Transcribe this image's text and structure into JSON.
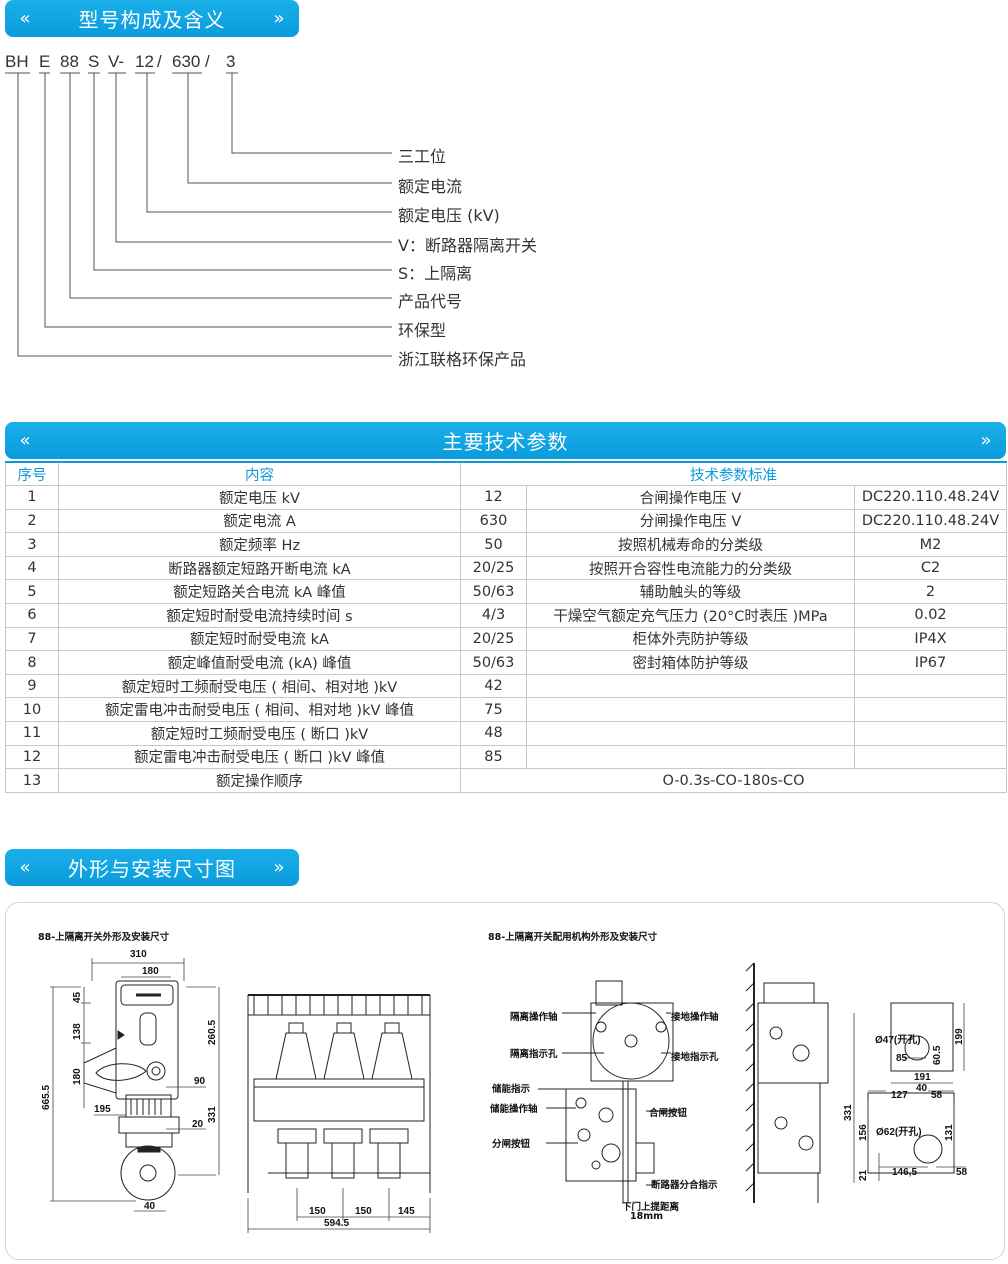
{
  "sections": {
    "model": {
      "title": "型号构成及含义",
      "chev_left": "«",
      "chev_right": "»"
    },
    "params": {
      "title": "主要技术参数",
      "chev_left": "«",
      "chev_right": "»"
    },
    "dims": {
      "title": "外形与安装尺寸图",
      "chev_left": "«",
      "chev_right": "»"
    }
  },
  "model_code": {
    "chars": [
      "BH",
      "E",
      "88",
      "S",
      "V-",
      "12",
      "/",
      "630",
      "/",
      "3"
    ],
    "labels": [
      "三工位",
      "额定电流",
      "额定电压 (kV)",
      "V：断路器隔离开关",
      "S：上隔离",
      "产品代号",
      "环保型",
      "浙江联格环保产品"
    ]
  },
  "table": {
    "headers": [
      "序号",
      "内容",
      "技术参数标准"
    ],
    "rows": [
      [
        "1",
        "额定电压 kV",
        "12",
        "合闸操作电压 V",
        "DC220.110.48.24V"
      ],
      [
        "2",
        "额定电流 A",
        "630",
        "分闸操作电压 V",
        "DC220.110.48.24V"
      ],
      [
        "3",
        "额定频率 Hz",
        "50",
        "按照机械寿命的分类级",
        "M2"
      ],
      [
        "4",
        "断路器额定短路开断电流 kA",
        "20/25",
        "按照开合容性电流能力的分类级",
        "C2"
      ],
      [
        "5",
        "额定短路关合电流 kA 峰值",
        "50/63",
        "辅助触头的等级",
        "2"
      ],
      [
        "6",
        "额定短时耐受电流持续时间 s",
        "4/3",
        "干燥空气额定充气压力 (20°C时表压 )MPa",
        "0.02"
      ],
      [
        "7",
        "额定短时耐受电流 kA",
        "20/25",
        "柜体外壳防护等级",
        "IP4X"
      ],
      [
        "8",
        "额定峰值耐受电流 (kA) 峰值",
        "50/63",
        "密封箱体防护等级",
        "IP67"
      ],
      [
        "9",
        "额定短时工频耐受电压 ( 相间、相对地 )kV",
        "42",
        "",
        ""
      ],
      [
        "10",
        "额定雷电冲击耐受电压 ( 相间、相对地 )kV 峰值",
        "75",
        "",
        ""
      ],
      [
        "11",
        "额定短时工频耐受电压 ( 断口 )kV",
        "48",
        "",
        ""
      ],
      [
        "12",
        "额定雷电冲击耐受电压 ( 断口 )kV 峰值",
        "85",
        "",
        ""
      ]
    ],
    "last_row": [
      "13",
      "额定操作顺序",
      "O-0.3s-CO-180s-CO"
    ]
  },
  "drawings": {
    "left_caption": "88-上隔离开关外形及安装尺寸",
    "right_caption": "88-上隔离开关配用机构外形及安装尺寸",
    "dims_left": {
      "w310": "310",
      "w180": "180",
      "h45": "45",
      "h138": "138",
      "h180": "180",
      "h665": "665.5",
      "h260": "260.5",
      "d90": "90",
      "d195": "195",
      "d20": "20",
      "h331": "331",
      "d40": "40"
    },
    "dims_front": {
      "d150a": "150",
      "d150b": "150",
      "d145": "145",
      "d594": "594.5"
    },
    "callouts": {
      "c1": "隔离操作轴",
      "c2": "接地操作轴",
      "c3": "隔离指示孔",
      "c4": "接地指示孔",
      "c5": "储能指示",
      "c6": "储能操作轴",
      "c7": "合闸按钮",
      "c8": "分闸按钮",
      "c9": "断路器分合指示",
      "c10": "下门上提距离",
      "c11": "18mm"
    },
    "dims_right": {
      "h331": "331",
      "d47": "Ø47(开孔)",
      "d85": "85",
      "d60": "60.5",
      "h199": "199",
      "d191": "191",
      "d127": "127",
      "d40": "40",
      "d58a": "58",
      "h156": "156",
      "d62": "Ø62(开孔)",
      "h131": "131",
      "h21": "21",
      "d146": "146,5",
      "d58b": "58"
    }
  }
}
